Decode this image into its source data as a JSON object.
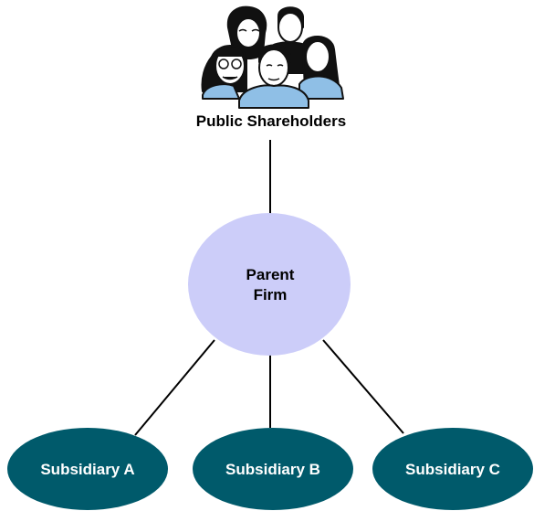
{
  "shareholders": {
    "label": "Public Shareholders",
    "icon": "group-of-people-icon"
  },
  "parent": {
    "line1": "Parent",
    "line2": "Firm",
    "fill": "#cccdf9"
  },
  "subsidiaries": [
    {
      "label": "Subsidiary A"
    },
    {
      "label": "Subsidiary B"
    },
    {
      "label": "Subsidiary C"
    }
  ],
  "colors": {
    "subsidiary_fill": "#005a6b",
    "subsidiary_text": "#ffffff",
    "line": "#000000",
    "people_shade": "#8fbfe6"
  }
}
